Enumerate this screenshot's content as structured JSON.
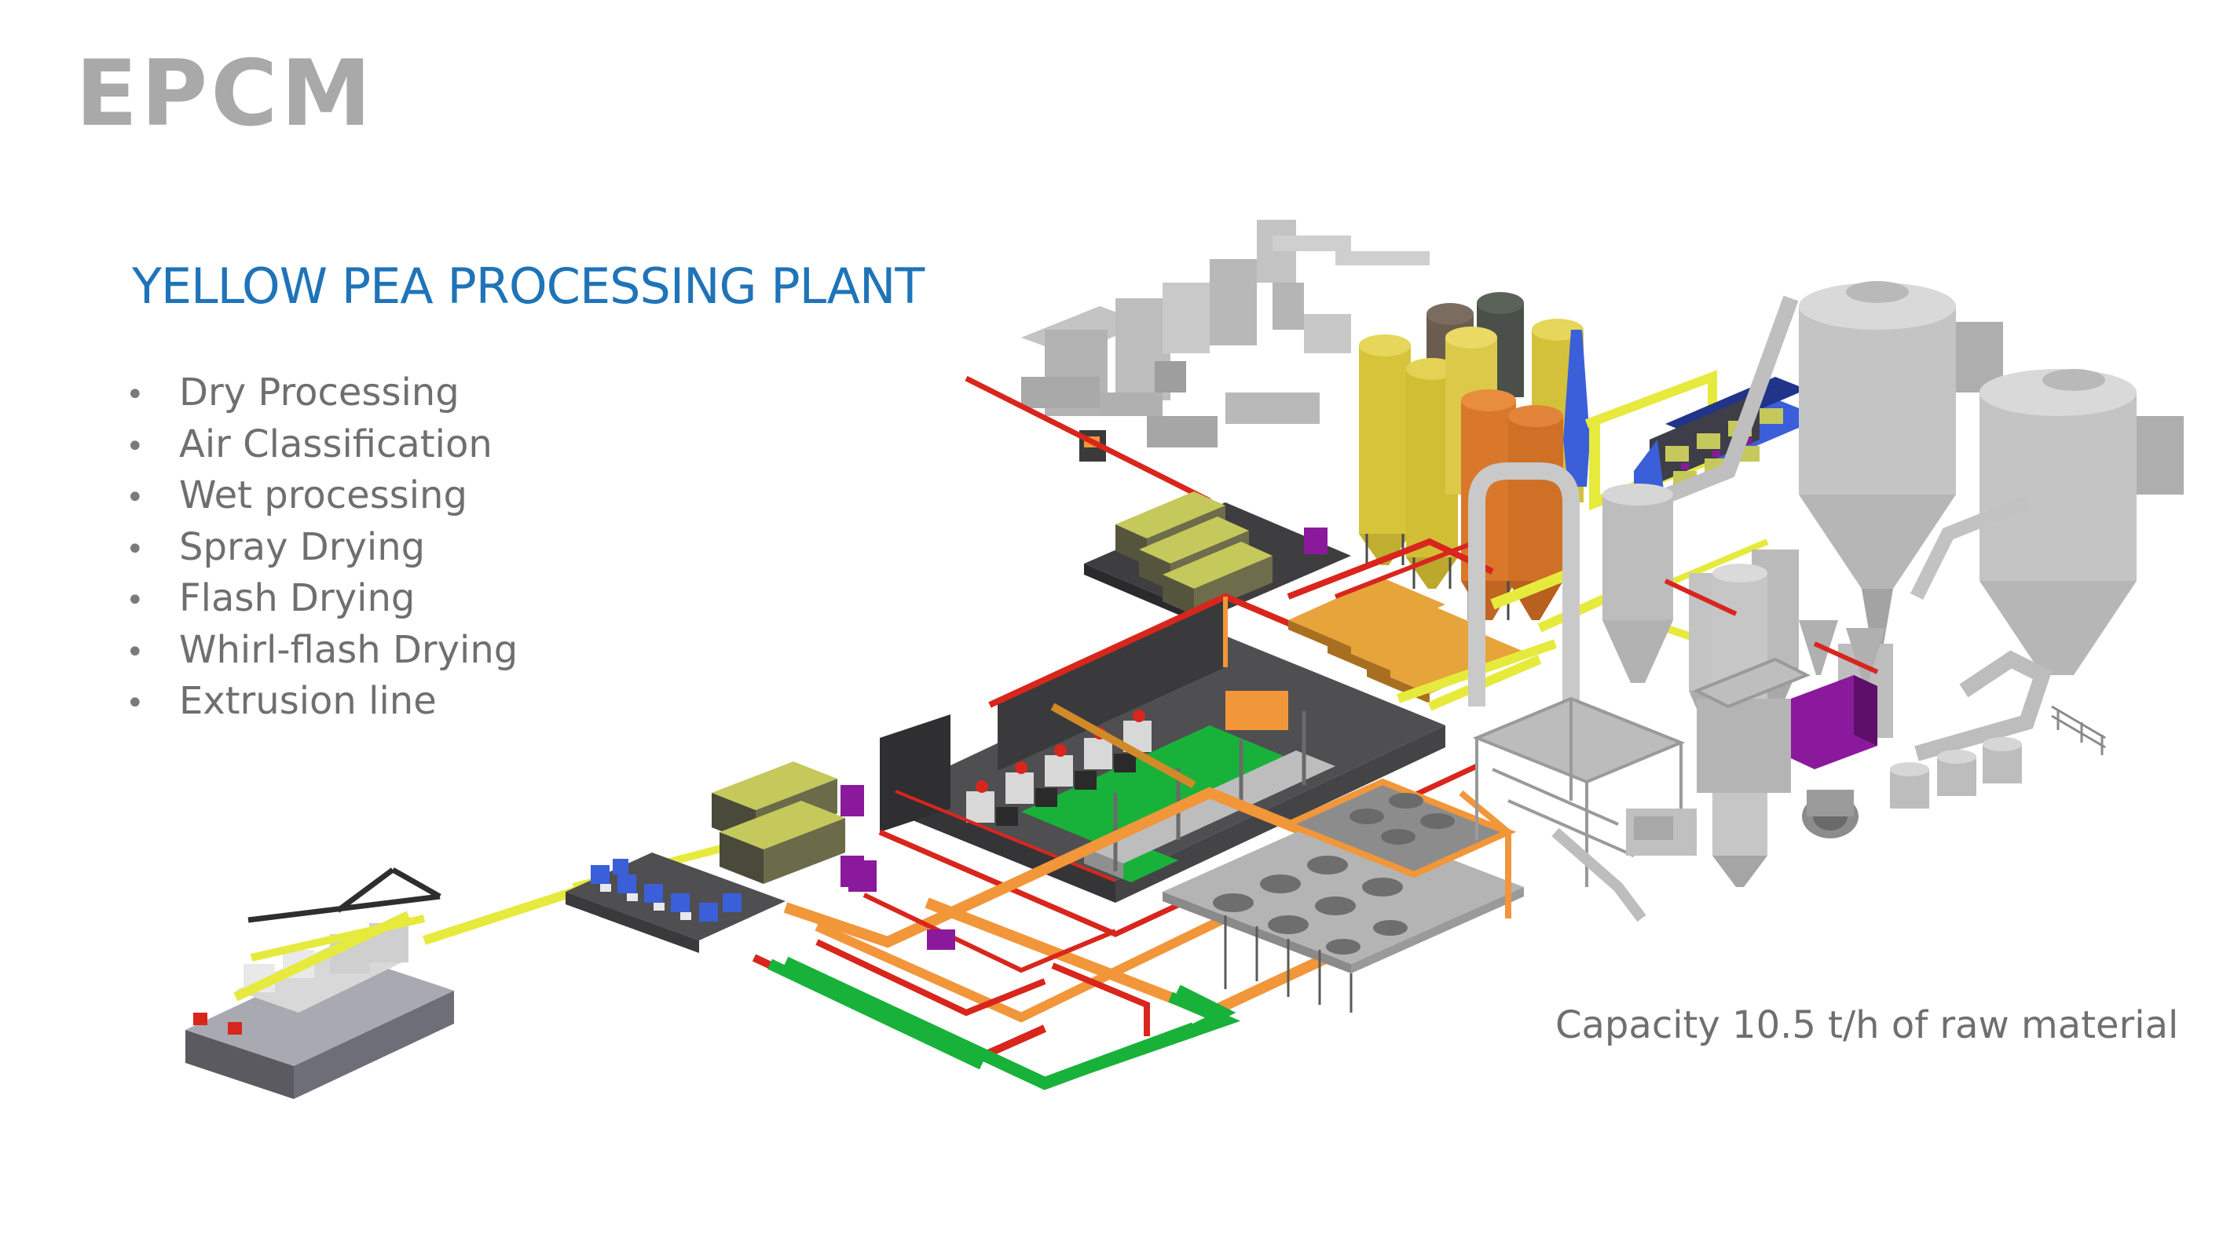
{
  "slide": {
    "logo": "EPCM",
    "title": "YELLOW PEA PROCESSING PLANT",
    "bullets": [
      "Dry Processing",
      "Air Classification",
      "Wet processing",
      "Spray Drying",
      "Flash Drying",
      "Whirl-flash Drying",
      "Extrusion line"
    ],
    "capacity": "Capacity 10.5 t/h of raw material"
  },
  "colors": {
    "logo": "#a9a9a9",
    "heading": "#1f74b8",
    "text": "#6f6f6f",
    "pipe_yellow": "#e6ea3c",
    "pipe_red": "#d8261d",
    "pipe_orange": "#f2963a",
    "pipe_green": "#18b23a",
    "silo_yellow": "#d7c43a",
    "silo_orange": "#d9782a",
    "equipment_gray": "#bfbfbf",
    "floor_dark": "#4f4f52",
    "accent_purple": "#8a1a9b",
    "accent_blue": "#3a5fd8"
  }
}
